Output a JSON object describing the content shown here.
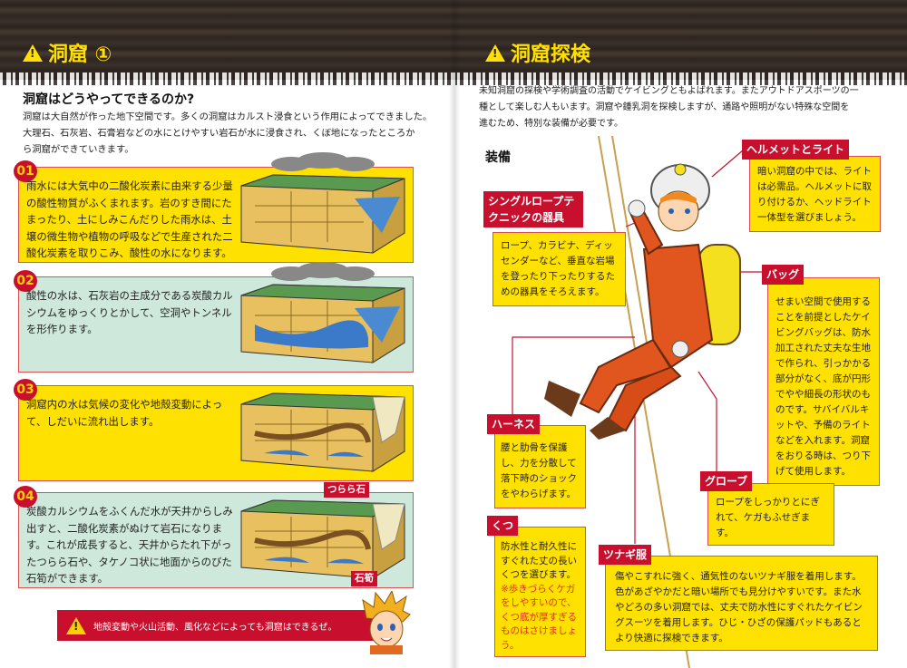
{
  "left_page": {
    "title": "洞窟 ①",
    "heading": "洞窟はどうやってできるのか?",
    "intro": [
      "洞窟は大自然が作った地下空間です。多くの洞窟はカルスト浸食という作用によってできました。",
      "大理石、石灰岩、石膏岩などの水にとけやすい岩石が水に浸食され、くぼ地になったところか",
      "ら洞窟ができていきます。"
    ],
    "steps": [
      {
        "num": "01",
        "text": "雨水には大気中の二酸化炭素に由来する少量の酸性物質がふくまれます。岩のすき間にたまったり、土にしみこんだりした雨水は、土壌の微生物や植物の呼吸などで生産された二酸化炭素を取りこみ、酸性の水になります。"
      },
      {
        "num": "02",
        "text": "酸性の水は、石灰岩の主成分である炭酸カルシウムをゆっくりとかして、空洞やトンネルを形作ります。"
      },
      {
        "num": "03",
        "text": "洞窟内の水は気候の変化や地殻変動によって、しだいに流れ出します。"
      },
      {
        "num": "04",
        "text": "炭酸カルシウムをふくんだ水が天井からしみ出すと、二酸化炭素がぬけて岩石になります。これが成長すると、天井からたれ下がったつらら石や、タケノコ状に地面からのびた石筍ができます。",
        "tags": [
          "つらら石",
          "石筍"
        ]
      }
    ],
    "tip": "地殻変動や火山活動、風化などによっても洞窟はできるぜ。"
  },
  "right_page": {
    "title": "洞窟探検",
    "intro": [
      "未知洞窟の探検や学術調査の活動でケイビングともよばれます。またアウトドアスポーツの一",
      "種として楽しむ人もいます。洞窟や鍾乳洞を探検しますが、通路や照明がない特殊な空間を",
      "進むため、特別な装備が必要です。"
    ],
    "section": "装備",
    "callouts": {
      "helmet": {
        "label": "ヘルメットとライト",
        "text": "暗い洞窟の中では、ライトは必需品。ヘルメットに取り付けるか、ヘッドライト一体型を選びましょう。"
      },
      "rope": {
        "label": "シングルロープテクニックの器具",
        "text": "ロープ、カラビナ、ディッセンダーなど、垂直な岩場を登ったり下ったりするための器具をそろえます。"
      },
      "bag": {
        "label": "バッグ",
        "text": "せまい空間で使用することを前提としたケイビングバッグは、防水加工された丈夫な生地で作られ、引っかかる部分がなく、底が円形でやや細長の形状のものです。サバイバルキットや、予備のライトなどを入れます。洞窟をおりる時は、つり下げて使用します。"
      },
      "harness": {
        "label": "ハーネス",
        "text": "腰と肋骨を保護し、力を分散して落下時のショックをやわらげます。"
      },
      "boots": {
        "label": "くつ",
        "text": "防水性と耐久性にすぐれた丈の長いくつを選びます。",
        "note": "※歩きづらくケガをしやすいので、くつ底が厚すぎるものはさけましょう。"
      },
      "gloves": {
        "label": "グローブ",
        "text": "ロープをしっかりとにぎれて、ケガもふせぎます。"
      },
      "suit": {
        "label": "ツナギ服",
        "text": "傷やこすれに強く、通気性のないツナギ服を着用します。色があざやかだと暗い場所でも見分けやすいです。また水やどろの多い洞窟では、丈夫で防水性にすぐれたケイビングスーツを着用します。ひじ・ひざの保護パッドもあるとより快適に探検できます。"
      }
    }
  },
  "colors": {
    "accent_red": "#c8102e",
    "panel_yellow": "#ffe100",
    "panel_mint": "#cfe8dc",
    "title_yellow": "#ffe000",
    "wood": "#2e2520"
  }
}
